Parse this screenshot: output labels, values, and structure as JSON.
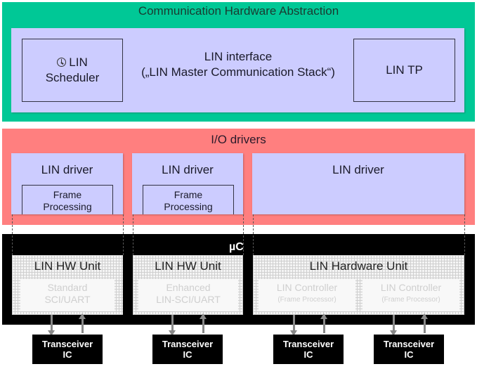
{
  "diagram": {
    "communication_hw_abstraction": {
      "title": "Communication Hardware Abstraction",
      "color": "#00c896",
      "lin_interface": {
        "line1": "LIN interface",
        "line2": "(„LIN Master Communication Stack“)"
      },
      "scheduler": {
        "icon": "clock-icon",
        "line1": "LIN",
        "line2": "Scheduler"
      },
      "lin_tp": "LIN TP"
    },
    "io_drivers": {
      "title": "I/O drivers",
      "color": "#ff7f7f",
      "drivers": [
        {
          "label": "LIN driver",
          "frame_processing": [
            "Frame",
            "Processing"
          ]
        },
        {
          "label": "LIN driver",
          "frame_processing": [
            "Frame",
            "Processing"
          ]
        },
        {
          "label": "LIN driver"
        }
      ]
    },
    "microcontroller": {
      "label": "µC",
      "hw_units": [
        {
          "label": "LIN HW Unit",
          "sub": [
            "Standard",
            "SCI/UART"
          ]
        },
        {
          "label": "LIN HW Unit",
          "sub": [
            "Enhanced",
            "LIN-SCI/UART"
          ]
        },
        {
          "label": "LIN Hardware Unit",
          "controllers": [
            {
              "line1": "LIN Controller",
              "line2": "(Frame Processor)"
            },
            {
              "line1": "LIN Controller",
              "line2": "(Frame Processor)"
            }
          ]
        }
      ]
    },
    "transceivers": [
      {
        "line1": "Transceiver",
        "line2": "IC"
      },
      {
        "line1": "Transceiver",
        "line2": "IC"
      },
      {
        "line1": "Transceiver",
        "line2": "IC"
      },
      {
        "line1": "Transceiver",
        "line2": "IC"
      }
    ]
  }
}
